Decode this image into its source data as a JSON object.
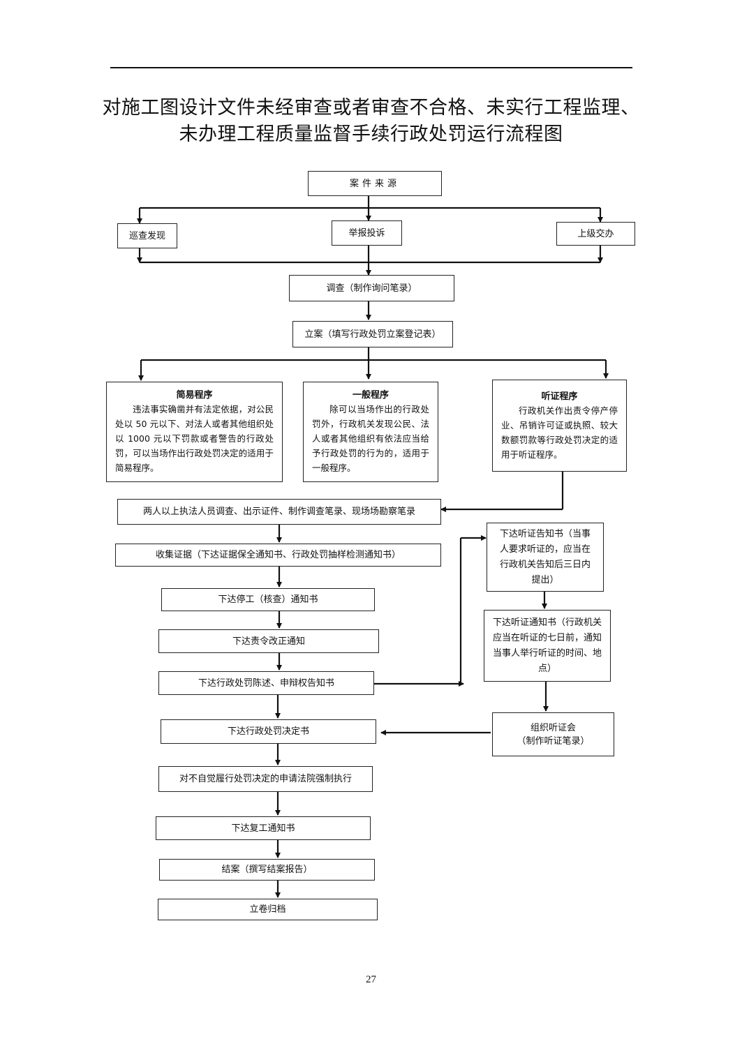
{
  "title_line1": "对施工图设计文件未经审查或者审查不合格、未实行工程监理、",
  "title_line2": "未办理工程质量监督手续行政处罚运行流程图",
  "nodes": {
    "case_source": "案件来源",
    "patrol": "巡查发现",
    "report": "举报投诉",
    "superior": "上级交办",
    "investigate": "调查（制作询问笔录）",
    "register": "立案（填写行政处罚立案登记表）",
    "simple_title": "简易程序",
    "simple_body": "违法事实确凿并有法定依据，对公民处以 50 元以下、对法人或者其他组织处以 1000 元以下罚款或者警告的行政处罚，可以当场作出行政处罚决定的适用于简易程序。",
    "general_title": "一般程序",
    "general_body": "除可以当场作出的行政处罚外，行政机关发现公民、法人或者其他组织有依法应当给予行政处罚的行为的，适用于一般程序。",
    "hearing_title": "听证程序",
    "hearing_body": "行政机关作出责令停产停业、吊销许可证或执照、较大数额罚款等行政处罚决定的适用于听证程序。",
    "two_officers": "两人以上执法人员调查、出示证件、制作调查笔录、现场场勘察笔录",
    "collect_evidence": "收集证据（下达证据保全通知书、行政处罚抽样检测通知书）",
    "stop_work": "下达停工（核查）通知书",
    "rectify": "下达责令改正通知",
    "statement": "下达行政处罚陈述、申辩权告知书",
    "decision": "下达行政处罚决定书",
    "court": "对不自觉履行处罚决定的申请法院强制执行",
    "resume": "下达复工通知书",
    "close": "结案（撰写结案报告）",
    "archive": "立卷归档",
    "hearing_notice": "下达听证告知书（当事人要求听证的，应当在行政机关告知后三日内提出）",
    "hearing_notify": "下达听证通知书（行政机关应当在听证的七日前，通知当事人举行听证的时间、地点）",
    "organize_hearing_1": "组织听证会",
    "organize_hearing_2": "（制作听证笔录）"
  },
  "page_number": "27"
}
